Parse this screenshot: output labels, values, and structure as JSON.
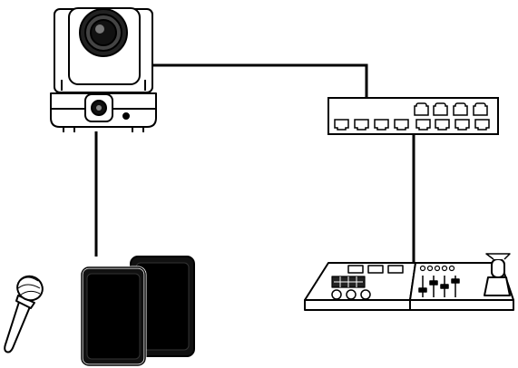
{
  "diagram": {
    "nodes": [
      {
        "id": "camera",
        "icon": "ptz-camera-icon"
      },
      {
        "id": "switch",
        "icon": "network-switch-icon"
      },
      {
        "id": "controller",
        "icon": "camera-controller-icon"
      },
      {
        "id": "speakers",
        "icon": "speakers-icon"
      },
      {
        "id": "microphone",
        "icon": "microphone-icon"
      }
    ],
    "links": [
      {
        "from": "camera",
        "to": "switch"
      },
      {
        "from": "switch",
        "to": "controller"
      },
      {
        "from": "camera",
        "to": "speakers"
      }
    ],
    "colors": {
      "line": "#000000",
      "fill": "#ffffff",
      "dark": "#111111"
    }
  }
}
